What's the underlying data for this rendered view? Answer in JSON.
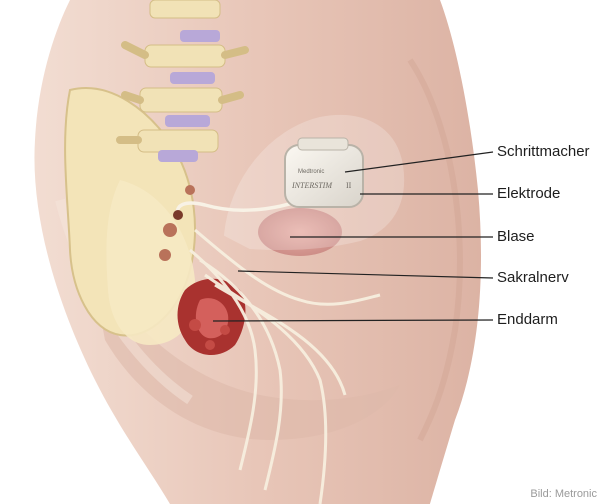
{
  "labels": {
    "pacemaker": "Schrittmacher",
    "electrode": "Elektrode",
    "bladder": "Blase",
    "sacral_nerve": "Sakralnerv",
    "rectum": "Enddarm"
  },
  "device": {
    "brand": "INTERSTIM",
    "model": "II",
    "maker": "Medtronic"
  },
  "credit": "Bild: Metronic"
}
